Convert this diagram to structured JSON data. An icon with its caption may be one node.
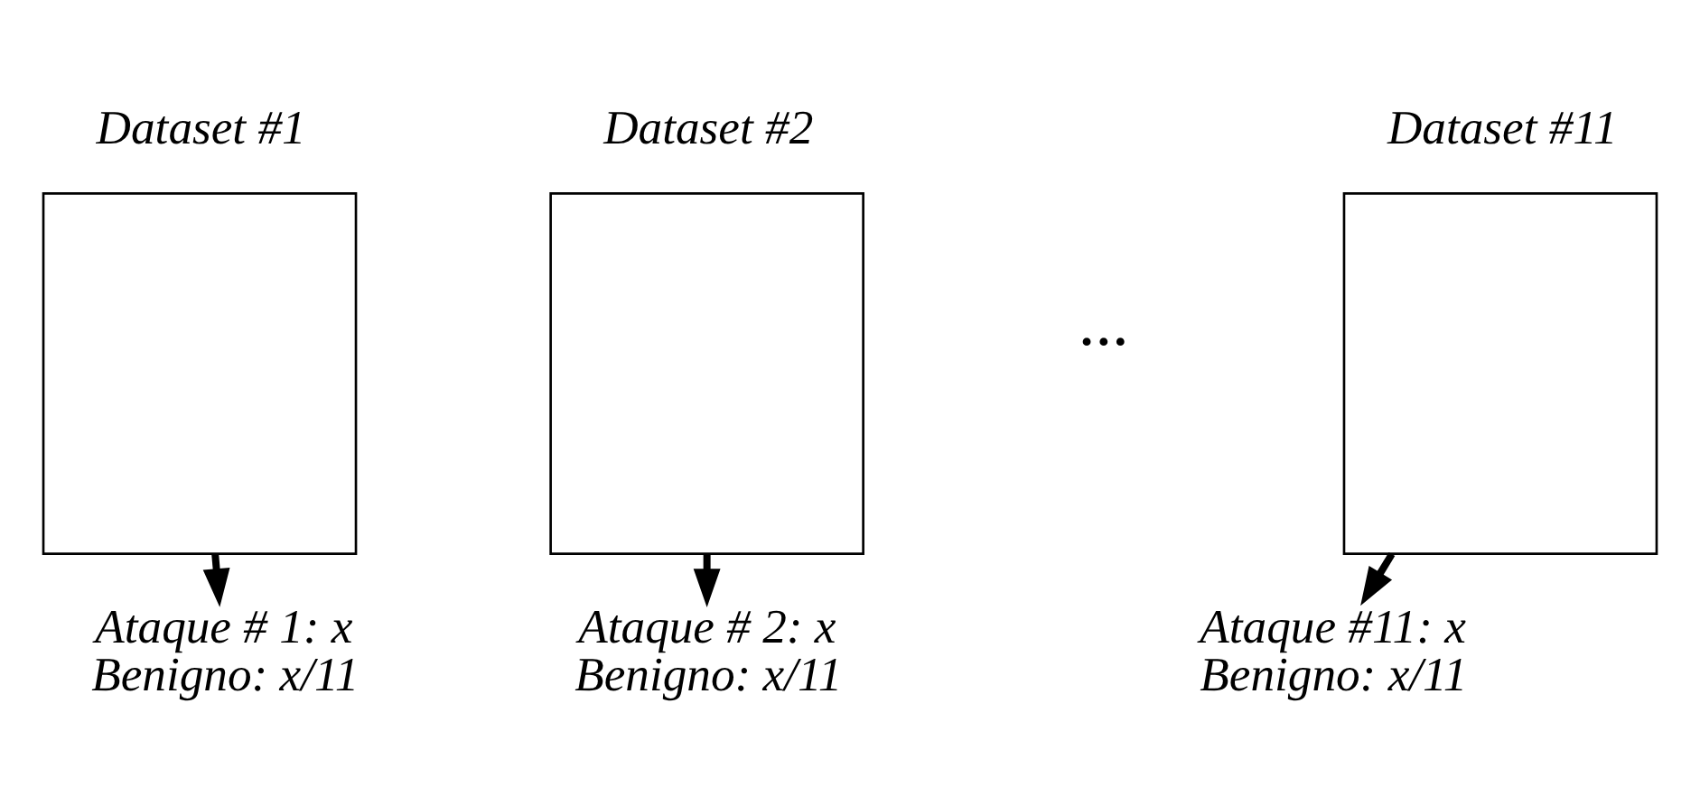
{
  "diagram": {
    "nodes": [
      {
        "text": [
          "Dataset #1"
        ]
      },
      {
        "text": [
          "Dataset #2"
        ]
      },
      {
        "text": [
          "Dataset #11"
        ]
      },
      {
        "text": [
          "Ataque # 1: x",
          "Benigno: x/11"
        ]
      },
      {
        "text": [
          "Ataque # 2: x",
          "Benigno: x/11"
        ]
      },
      {
        "text": [
          "Ataque #11: x",
          "Benigno: x/11"
        ]
      }
    ],
    "edges": [
      {
        "from": 0,
        "to": 3,
        "arrow": "to"
      },
      {
        "from": 1,
        "to": 4,
        "arrow": "to"
      },
      {
        "from": 2,
        "to": 5,
        "arrow": "to"
      }
    ],
    "labels": [
      "..."
    ]
  }
}
